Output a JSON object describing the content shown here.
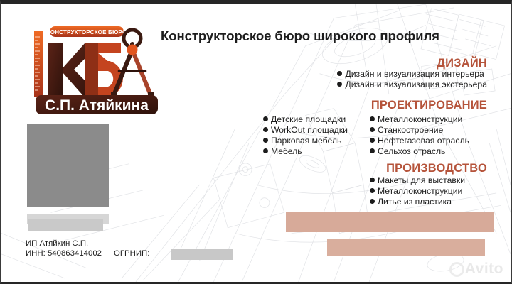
{
  "card": {
    "headline": "Конструкторское бюро широкого профиля"
  },
  "logo": {
    "badge_text": "КОНСТРУКТОРСКОЕ БЮРО",
    "monogram": "КБ",
    "name_plate": "С.П. Атяйкина",
    "accent_color": "#e2551f",
    "dark_color": "#4a1f14"
  },
  "sections": {
    "design": {
      "heading": "ДИЗАЙН",
      "items": [
        "Дизайн и визуализация интерьера",
        "Дизайн и визуализация экстерьера"
      ]
    },
    "engineering": {
      "heading": "ПРОЕКТИРОВАНИЕ",
      "items_left": [
        "Детские площадки",
        "WorkOut площадки",
        "Парковая мебель",
        "Мебель"
      ],
      "items_right": [
        "Металлоконструкции",
        "Станкостроение",
        "Нефтегазовая отрасль",
        "Сельхоз отрасль"
      ]
    },
    "manufacturing": {
      "heading": "ПРОИЗВОДСТВО",
      "items": [
        "Макеты для выставки",
        "Металлоконструкции",
        "Литье из пластика"
      ]
    }
  },
  "legal": {
    "entity": "ИП Атяйкин С.П.",
    "inn_label": "ИНН: 540863414002",
    "ogrnip_label": "ОГРНИП:"
  },
  "watermark": {
    "text": "Avito"
  },
  "colors": {
    "heading": "#b5533a",
    "text": "#1c1c1c",
    "redaction_gray": "#8b8b8b",
    "redaction_salmon": "#d7aa99"
  }
}
